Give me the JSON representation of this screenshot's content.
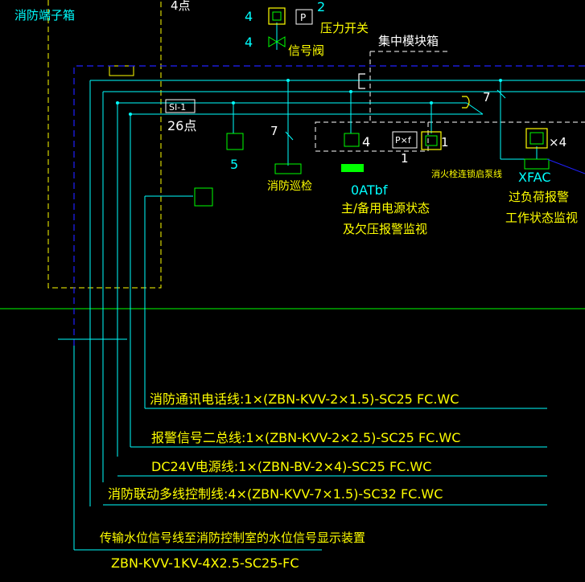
{
  "labels": {
    "terminal_box": "消防端子箱",
    "top_points": "4点",
    "qty_4a": "4",
    "qty_4b": "4",
    "qty_2": "2",
    "pressure_switch": "压力开关",
    "signal_valve": "信号阀",
    "module_box": "集中模块箱",
    "si_module": "SI-1",
    "points_26": "26点",
    "qty_5": "5",
    "qty_7_a": "7",
    "qty_7_b": "7",
    "inspection_valve": "消防巡检",
    "qty_4c": "4",
    "qty_1a": "1",
    "qty_1b": "1",
    "qty_x4": "×4",
    "p_xf": "P×f",
    "hydrant_button": "消火栓连锁启泵线",
    "oatbf": "0ATbf",
    "power_status_1": "主/备用电源状态",
    "power_status_2": "及欠压报警监视",
    "xfac": "XFAC",
    "overload_1": "过负荷报警",
    "overload_2": "工作状态监视",
    "p_symbol": "P"
  },
  "cables": [
    "消防通讯电话线:1×(ZBN-KVV-2×1.5)-SC25 FC.WC",
    "报警信号二总线:1×(ZBN-KVV-2×2.5)-SC25 FC.WC",
    "DC24V电源线:1×(ZBN-BV-2×4)-SC25 FC.WC",
    "消防联动多线控制线:4×(ZBN-KVV-7×1.5)-SC32 FC.WC",
    "传输水位信号线至消防控制室的水位信号显示装置"
  ],
  "bottom_spec": "ZBN-KVV-1KV-4X2.5-SC25-FC",
  "colors": {
    "background": "#000000",
    "cyan": "#00ffff",
    "yellow": "#ffff00",
    "green": "#00ff00",
    "blue": "#2020ff",
    "white": "#ffffff"
  }
}
